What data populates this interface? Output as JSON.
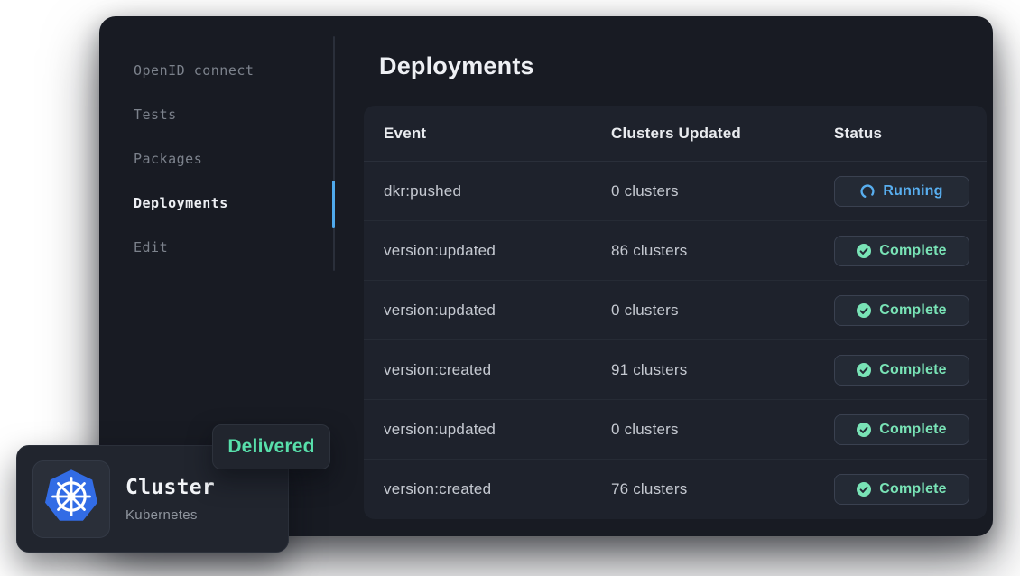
{
  "sidebar": {
    "items": [
      {
        "label": "OpenID connect",
        "active": false
      },
      {
        "label": "Tests",
        "active": false
      },
      {
        "label": "Packages",
        "active": false
      },
      {
        "label": "Deployments",
        "active": true
      },
      {
        "label": "Edit",
        "active": false
      }
    ]
  },
  "main": {
    "title": "Deployments",
    "table": {
      "columns": [
        "Event",
        "Clusters Updated",
        "Status"
      ],
      "rows": [
        {
          "event": "dkr:pushed",
          "clusters": "0 clusters",
          "status": {
            "label": "Running",
            "type": "running"
          }
        },
        {
          "event": "version:updated",
          "clusters": "86 clusters",
          "status": {
            "label": "Complete",
            "type": "complete"
          }
        },
        {
          "event": "version:updated",
          "clusters": "0 clusters",
          "status": {
            "label": "Complete",
            "type": "complete"
          }
        },
        {
          "event": "version:created",
          "clusters": "91 clusters",
          "status": {
            "label": "Complete",
            "type": "complete"
          }
        },
        {
          "event": "version:updated",
          "clusters": "0 clusters",
          "status": {
            "label": "Complete",
            "type": "complete"
          }
        },
        {
          "event": "version:created",
          "clusters": "76 clusters",
          "status": {
            "label": "Complete",
            "type": "complete"
          }
        }
      ]
    }
  },
  "overlay": {
    "chip_label": "Delivered",
    "card": {
      "title": "Cluster",
      "subtitle": "Kubernetes",
      "icon": "kubernetes-icon"
    }
  },
  "colors": {
    "accent_blue": "#4fa9ec",
    "running_blue": "#58aeef",
    "complete_green": "#79e3b6",
    "delivered_green": "#58dfab",
    "k8s_blue": "#326ce5",
    "window_bg": "#181b23",
    "card_bg": "#1e222c"
  }
}
